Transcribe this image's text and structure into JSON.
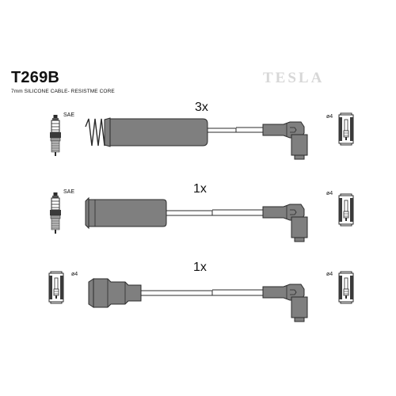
{
  "header": {
    "product_code": "T269B",
    "subtitle": "7mm SILICONE CABLE- RESISTME CORE",
    "brand": "TESLA"
  },
  "cables": [
    {
      "quantity": "3x",
      "left_end": "spark-plug",
      "left_label": "SAE",
      "right_label": "ø4",
      "left_connector": "straight-boot-with-spring"
    },
    {
      "quantity": "1x",
      "left_end": "spark-plug",
      "left_label": "SAE",
      "right_label": "ø4",
      "left_connector": "straight-boot"
    },
    {
      "quantity": "1x",
      "left_end": "terminal-4mm",
      "left_label": "ø4",
      "right_label": "ø4",
      "left_connector": "coil-boot"
    }
  ],
  "colors": {
    "line": "#2b2b2b",
    "fill": "#7f7f7f",
    "light_fill": "#cfcfcf",
    "brand": "#d7d7d7"
  }
}
